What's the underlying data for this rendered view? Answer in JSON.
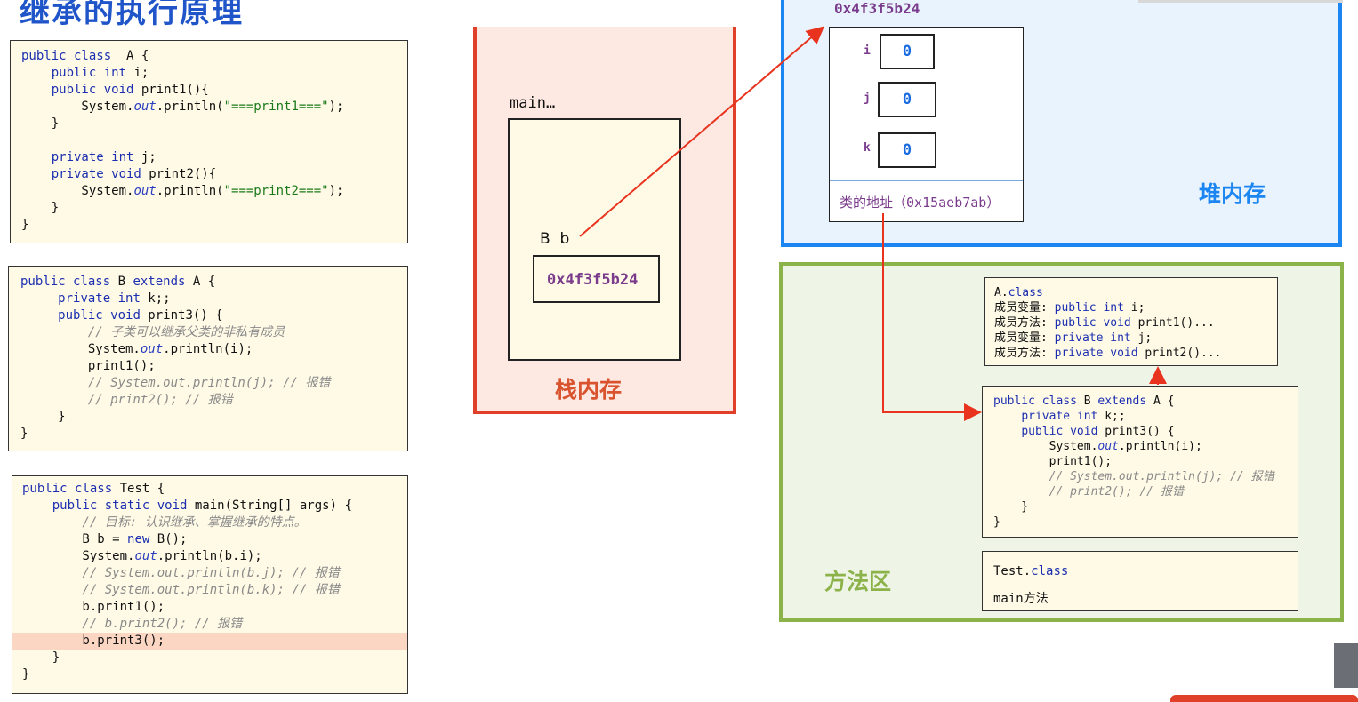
{
  "title": "继承的执行原理",
  "code_a": {
    "lines": [
      [
        [
          "kw",
          "public class"
        ],
        [
          "",
          "  A {"
        ]
      ],
      [
        [
          "",
          "    "
        ],
        [
          "kw",
          "public int"
        ],
        [
          "",
          " i;"
        ]
      ],
      [
        [
          "",
          "    "
        ],
        [
          "kw",
          "public void"
        ],
        [
          "",
          " print1(){"
        ]
      ],
      [
        [
          "",
          "        System."
        ],
        [
          "it",
          "out"
        ],
        [
          "",
          ".println("
        ],
        [
          "str",
          "\"===print1===\""
        ],
        [
          "",
          ");"
        ]
      ],
      [
        [
          "",
          "    }"
        ]
      ],
      [
        [
          "",
          ""
        ]
      ],
      [
        [
          "",
          "    "
        ],
        [
          "kw",
          "private int"
        ],
        [
          "",
          " j;"
        ]
      ],
      [
        [
          "",
          "    "
        ],
        [
          "kw",
          "private void"
        ],
        [
          "",
          " print2(){"
        ]
      ],
      [
        [
          "",
          "        System."
        ],
        [
          "it",
          "out"
        ],
        [
          "",
          ".println("
        ],
        [
          "str",
          "\"===print2===\""
        ],
        [
          "",
          ");"
        ]
      ],
      [
        [
          "",
          "    }"
        ]
      ],
      [
        [
          "",
          "}"
        ]
      ]
    ]
  },
  "code_b": {
    "lines": [
      [
        [
          "kw",
          "public class"
        ],
        [
          "",
          " B "
        ],
        [
          "kw",
          "extends"
        ],
        [
          "",
          " A {"
        ]
      ],
      [
        [
          "",
          "     "
        ],
        [
          "kw",
          "private int"
        ],
        [
          "",
          " k;;"
        ]
      ],
      [
        [
          "",
          "     "
        ],
        [
          "kw",
          "public void"
        ],
        [
          "",
          " print3() {"
        ]
      ],
      [
        [
          "cm",
          "         // 子类可以继承父类的非私有成员"
        ]
      ],
      [
        [
          "",
          "         System."
        ],
        [
          "it",
          "out"
        ],
        [
          "",
          ".println(i);"
        ]
      ],
      [
        [
          "",
          "         print1();"
        ]
      ],
      [
        [
          "cm",
          "         // System.out.println(j); // 报错"
        ]
      ],
      [
        [
          "cm",
          "         // print2(); // 报错"
        ]
      ],
      [
        [
          "",
          "     }"
        ]
      ],
      [
        [
          "",
          "}"
        ]
      ]
    ]
  },
  "code_test": {
    "lines": [
      [
        [
          "kw",
          "public class"
        ],
        [
          "",
          " Test {"
        ]
      ],
      [
        [
          "",
          "    "
        ],
        [
          "kw",
          "public static void"
        ],
        [
          "",
          " main(String[] args) {"
        ]
      ],
      [
        [
          "cm",
          "        // 目标: 认识继承、掌握继承的特点。"
        ]
      ],
      [
        [
          "",
          "        B b = "
        ],
        [
          "kw",
          "new"
        ],
        [
          "",
          " B();"
        ]
      ],
      [
        [
          "",
          "        System."
        ],
        [
          "it",
          "out"
        ],
        [
          "",
          ".println(b.i);"
        ]
      ],
      [
        [
          "cm",
          "        // System.out.println(b.j); // 报错"
        ]
      ],
      [
        [
          "cm",
          "        // System.out.println(b.k); // 报错"
        ]
      ],
      [
        [
          "",
          "        b.print1();"
        ]
      ],
      [
        [
          "cm",
          "        // b.print2(); // 报错"
        ]
      ],
      [
        [
          "",
          "        b.print3();"
        ]
      ],
      [
        [
          "",
          "    }"
        ]
      ],
      [
        [
          "",
          "}"
        ]
      ]
    ]
  },
  "stack": {
    "frame_label": "main…",
    "var_label": "B  b",
    "var_value": "0x4f3f5b24",
    "area_label": "栈内存"
  },
  "heap": {
    "address": "0x4f3f5b24",
    "fields": [
      {
        "name": "i",
        "value": "0"
      },
      {
        "name": "j",
        "value": "0"
      },
      {
        "name": "k",
        "value": "0"
      }
    ],
    "class_addr_label": "类的地址（",
    "class_addr_value": "0x15aeb7ab",
    "class_addr_close": "）",
    "area_label": "堆内存"
  },
  "method_area": {
    "area_label": "方法区",
    "a_class": {
      "lines": [
        [
          [
            "",
            "A."
          ],
          [
            "kw",
            "class"
          ]
        ],
        [
          [
            "",
            "成员变量: "
          ],
          [
            "kw",
            "public int"
          ],
          [
            "",
            " i;"
          ]
        ],
        [
          [
            "",
            "成员方法: "
          ],
          [
            "kw",
            "public void"
          ],
          [
            "",
            " print1()..."
          ]
        ],
        [
          [
            "",
            "成员变量: "
          ],
          [
            "kw",
            "private int"
          ],
          [
            "",
            " j;"
          ]
        ],
        [
          [
            "",
            "成员方法: "
          ],
          [
            "kw",
            "private void"
          ],
          [
            "",
            " print2()..."
          ]
        ]
      ]
    },
    "b_class": {
      "lines": [
        [
          [
            "kw",
            "public class"
          ],
          [
            "",
            " B "
          ],
          [
            "kw",
            "extends"
          ],
          [
            "",
            " A {"
          ]
        ],
        [
          [
            "",
            "    "
          ],
          [
            "kw",
            "private int"
          ],
          [
            "",
            " k;;"
          ]
        ],
        [
          [
            "",
            "    "
          ],
          [
            "kw",
            "public void"
          ],
          [
            "",
            " print3() {"
          ]
        ],
        [
          [
            "",
            "        System."
          ],
          [
            "it",
            "out"
          ],
          [
            "",
            ".println(i);"
          ]
        ],
        [
          [
            "",
            "        print1();"
          ]
        ],
        [
          [
            "cm",
            "        // System.out.println(j); // 报错"
          ]
        ],
        [
          [
            "cm",
            "        // print2(); // 报错"
          ]
        ],
        [
          [
            "",
            "    }"
          ]
        ],
        [
          [
            "",
            "}"
          ]
        ]
      ]
    },
    "test_class": {
      "name": "Test.",
      "kw": "class",
      "method": "main方法"
    }
  },
  "colors": {
    "stack_border": "#e0402a",
    "heap_border": "#1b86f2",
    "method_border": "#8cb24a",
    "arrow": "#e8331f"
  }
}
